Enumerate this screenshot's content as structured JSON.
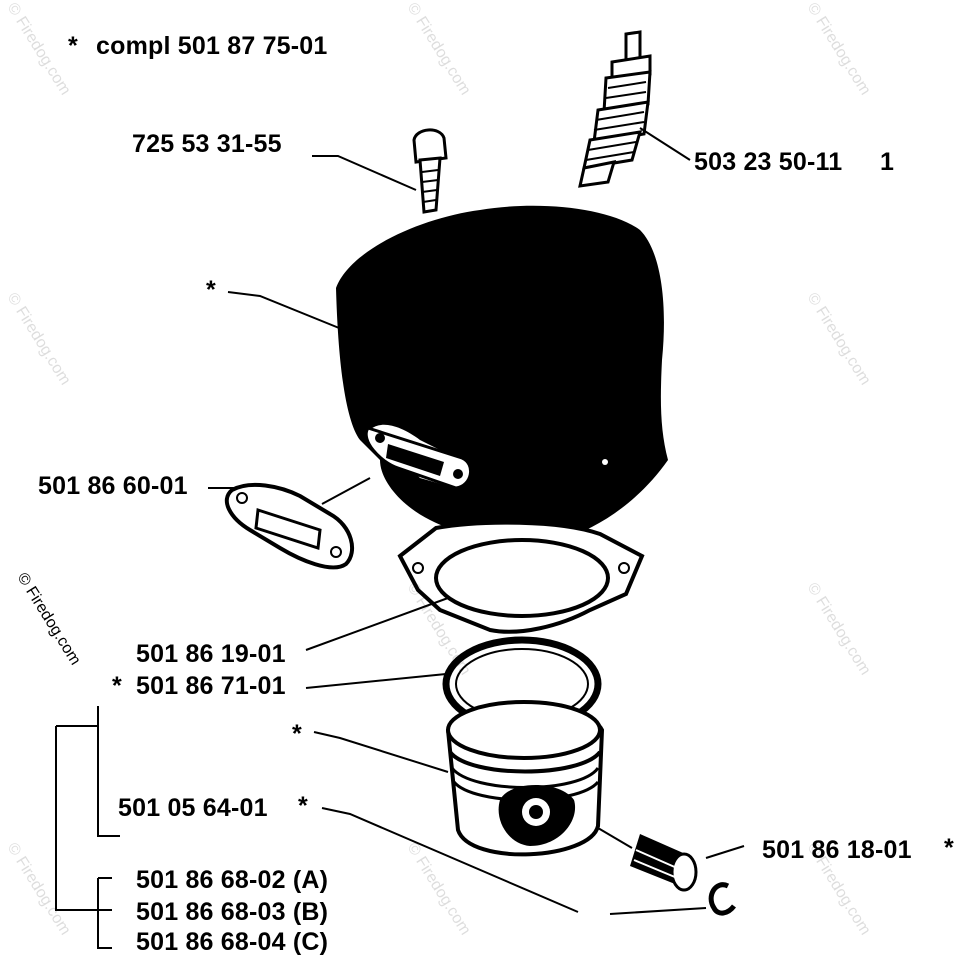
{
  "header": {
    "asterisk": "*",
    "kit_text": "compl 501 87 75-01"
  },
  "parts": {
    "bolt": "725 53 31-55",
    "spark_plug": "503 23 50-11",
    "spark_plug_qty": "1",
    "cylinder_marker": "*",
    "exhaust_gasket": "501 86 60-01",
    "base_gasket": "501 86 19-01",
    "piston_ring_marker": "*",
    "piston_ring": "501 86 71-01",
    "piston_marker": "*",
    "piston_kit": "501 05 64-01",
    "piston_kit_marker": "*",
    "needle_bearing": "501 86 18-01",
    "needle_bearing_marker": "*",
    "piston_a": "501 86 68-02 (A)",
    "piston_b": "501 86 68-03 (B)",
    "piston_c": "501 86 68-04 (C)"
  },
  "watermark": {
    "text": "© Firedog.com"
  }
}
